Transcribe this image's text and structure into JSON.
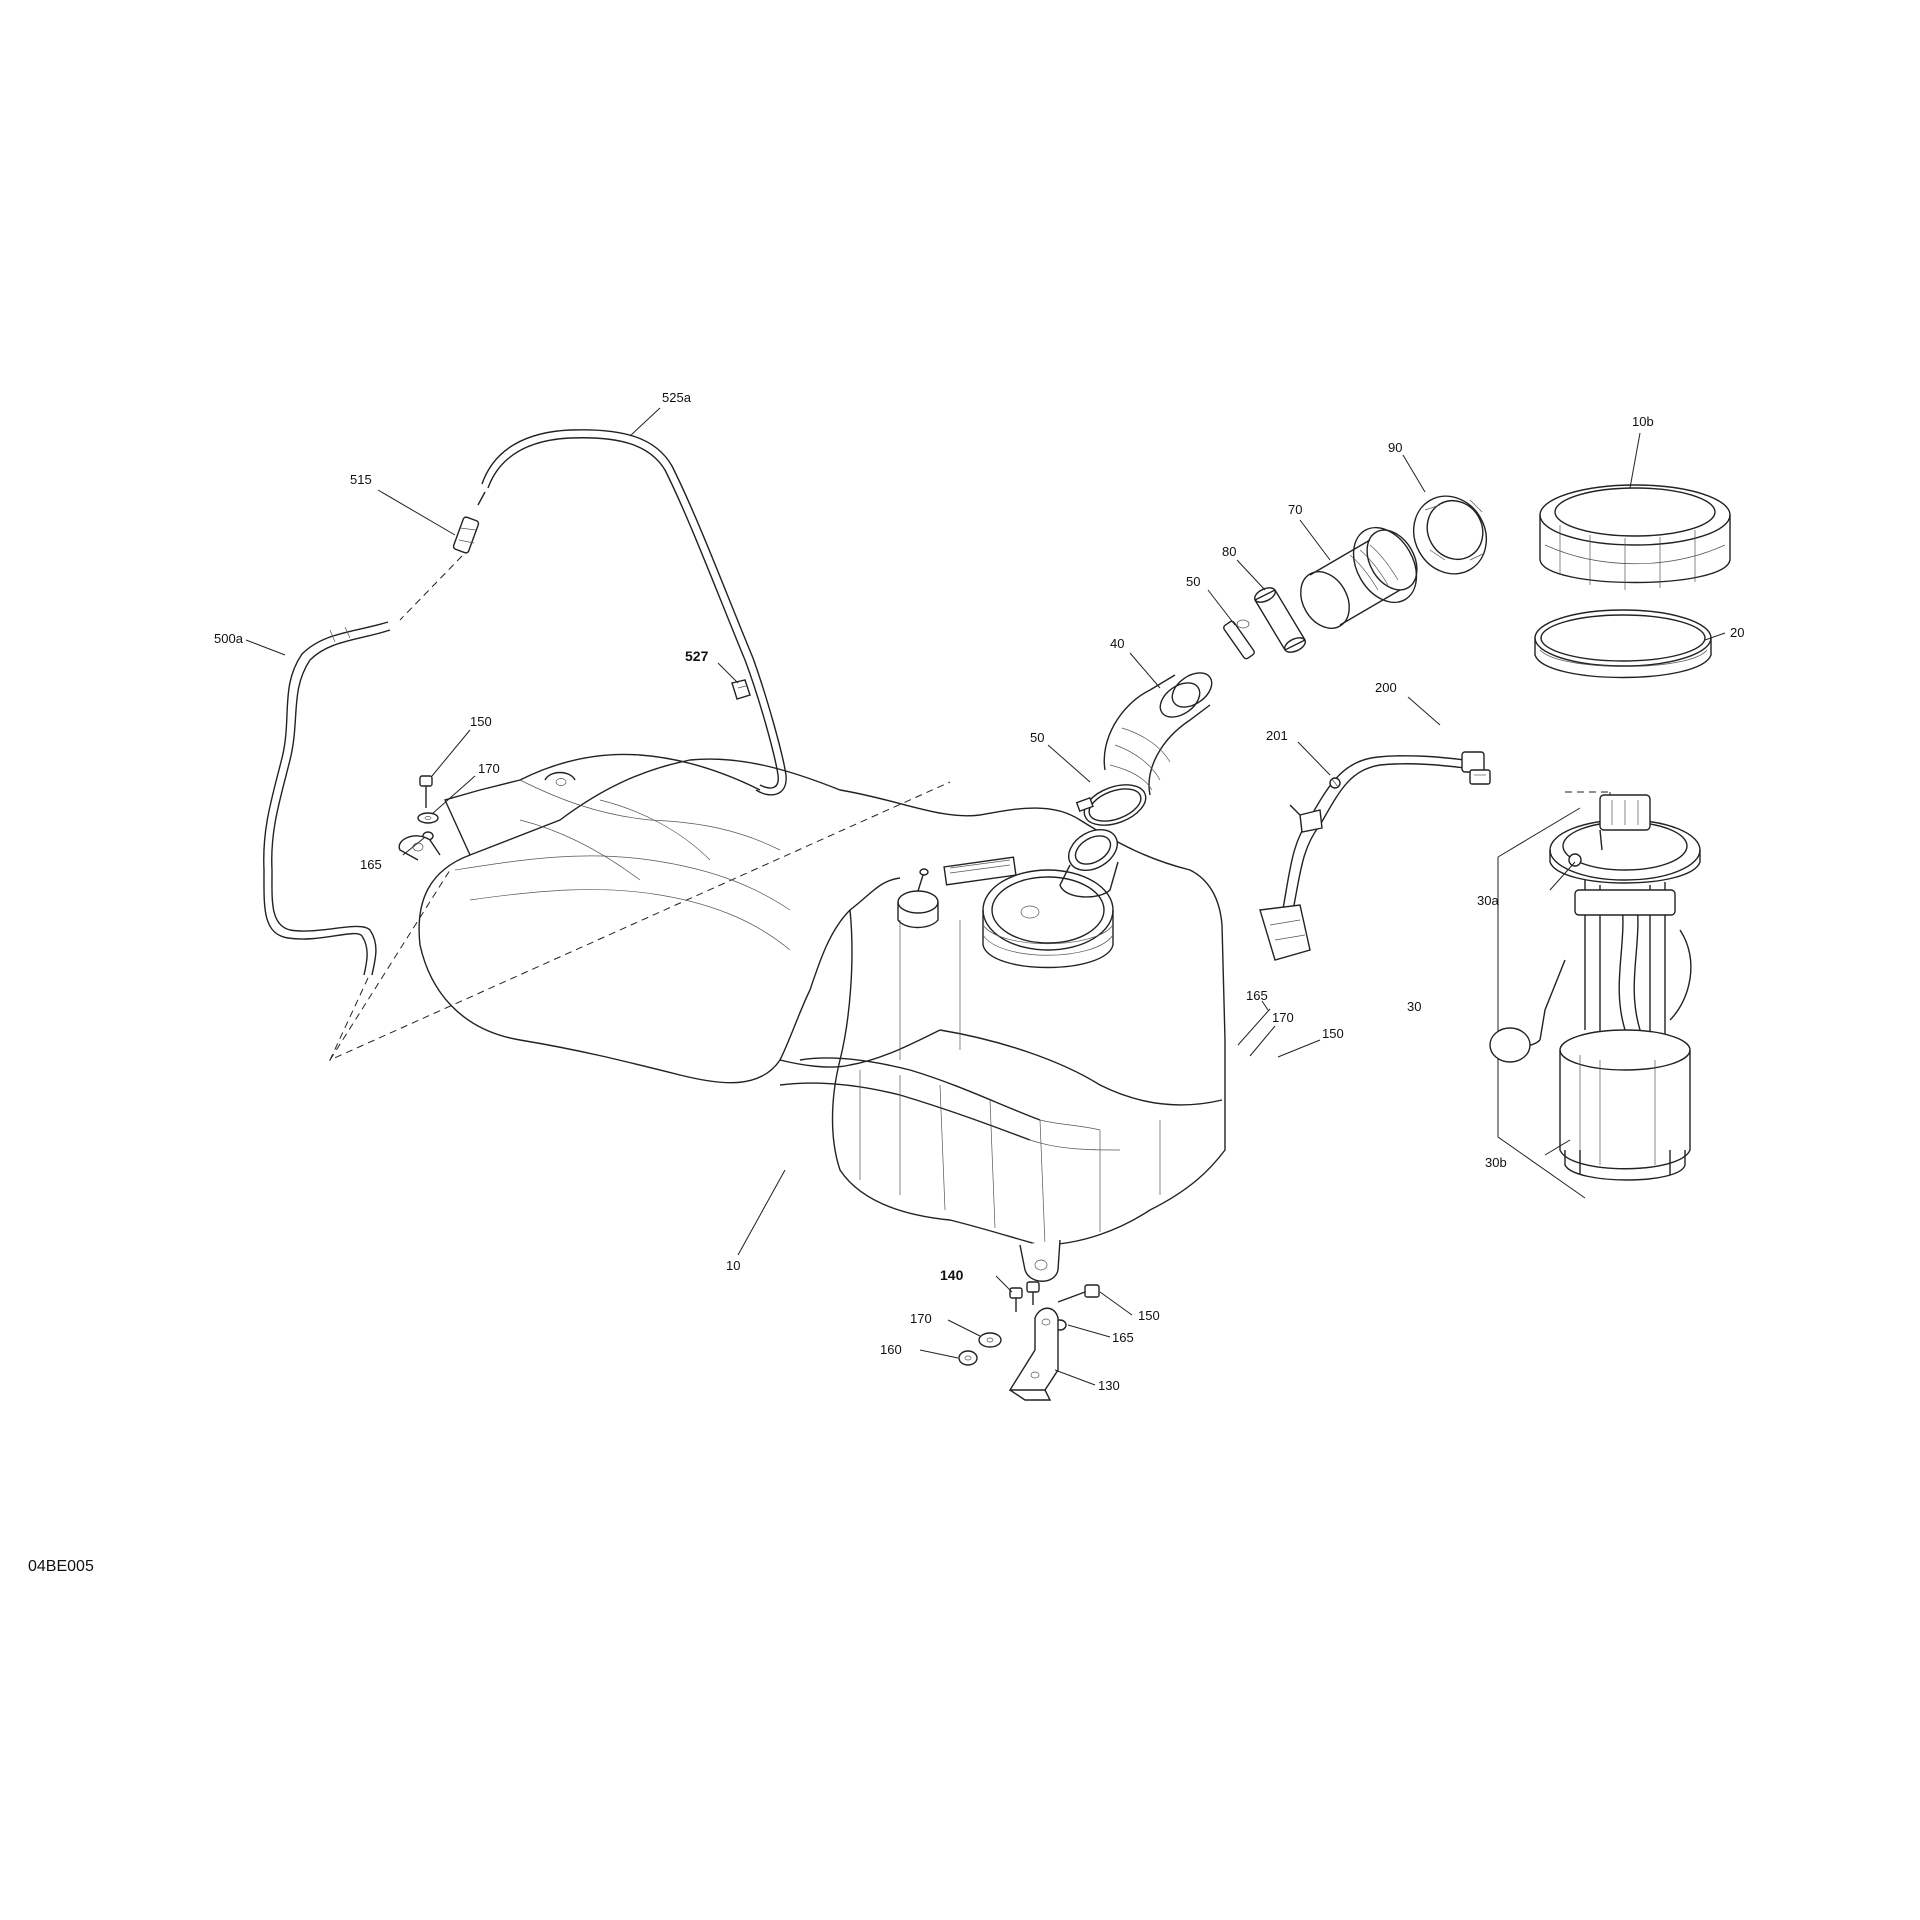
{
  "diagram": {
    "drawing_code": "04BE005",
    "callouts": [
      {
        "id": "c525a",
        "label": "525a"
      },
      {
        "id": "c515",
        "label": "515"
      },
      {
        "id": "c500a",
        "label": "500a"
      },
      {
        "id": "c527",
        "label": "527"
      },
      {
        "id": "c150a",
        "label": "150"
      },
      {
        "id": "c170a",
        "label": "170"
      },
      {
        "id": "c165a",
        "label": "165"
      },
      {
        "id": "c90",
        "label": "90"
      },
      {
        "id": "c10b",
        "label": "10b"
      },
      {
        "id": "c70",
        "label": "70"
      },
      {
        "id": "c80",
        "label": "80"
      },
      {
        "id": "c50a",
        "label": "50"
      },
      {
        "id": "c40",
        "label": "40"
      },
      {
        "id": "c20",
        "label": "20"
      },
      {
        "id": "c200",
        "label": "200"
      },
      {
        "id": "c201",
        "label": "201"
      },
      {
        "id": "c50b",
        "label": "50"
      },
      {
        "id": "c30a",
        "label": "30a"
      },
      {
        "id": "c30",
        "label": "30"
      },
      {
        "id": "c165b",
        "label": "165"
      },
      {
        "id": "c170b",
        "label": "170"
      },
      {
        "id": "c150b",
        "label": "150"
      },
      {
        "id": "c30b",
        "label": "30b"
      },
      {
        "id": "c10",
        "label": "10"
      },
      {
        "id": "c140",
        "label": "140"
      },
      {
        "id": "c150c",
        "label": "150"
      },
      {
        "id": "c170c",
        "label": "170"
      },
      {
        "id": "c165c",
        "label": "165"
      },
      {
        "id": "c160",
        "label": "160"
      },
      {
        "id": "c130",
        "label": "130"
      }
    ]
  }
}
